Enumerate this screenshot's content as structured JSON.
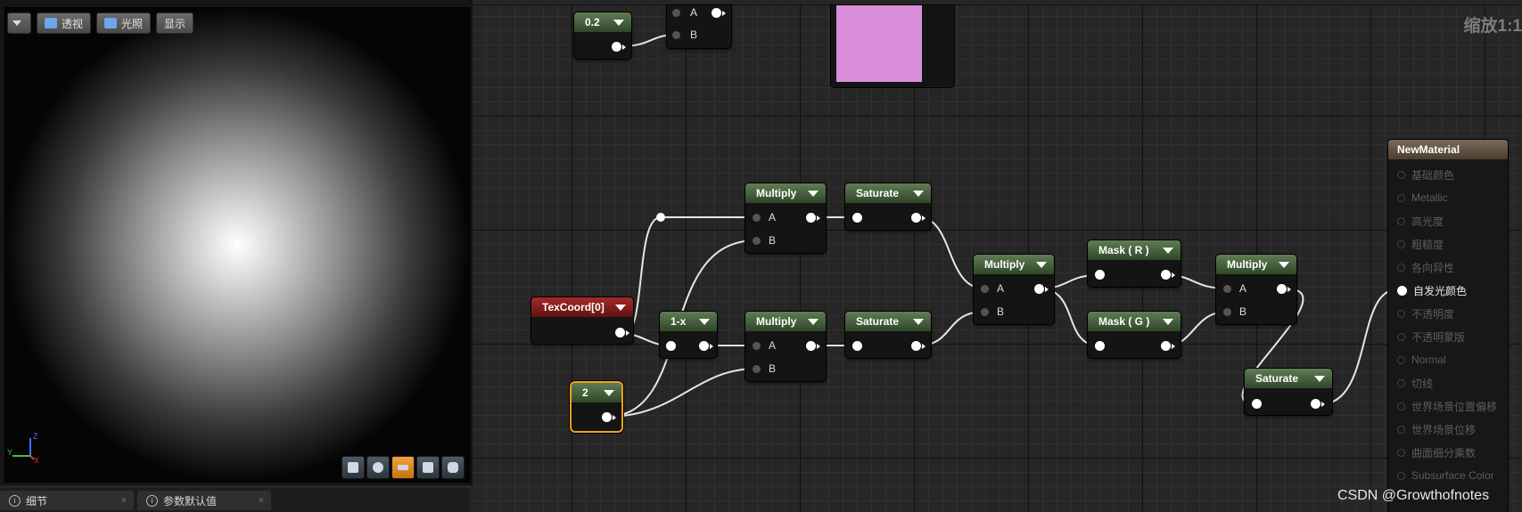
{
  "viewport": {
    "toolbar": {
      "menu_label": "",
      "perspective_label": "透视",
      "lit_label": "光照",
      "show_label": "显示"
    },
    "axis": {
      "x": "X",
      "y": "Y",
      "z": "Z"
    }
  },
  "bottom_tabs": [
    {
      "label": "细节",
      "close": "×"
    },
    {
      "label": "参数默认值",
      "close": "×"
    }
  ],
  "graph": {
    "zoom_label": "缩放1:1",
    "watermark": "CSDN @Growthofnotes",
    "swatch_color": "#d98fd9",
    "nodes": {
      "const_top": {
        "title": "0.2"
      },
      "top_partial": {
        "pin_a": "A",
        "pin_b": "B"
      },
      "texcoord": {
        "title": "TexCoord[0]"
      },
      "const_two": {
        "title": "2"
      },
      "one_minus_x": {
        "title": "1-x"
      },
      "multiply_1": {
        "title": "Multiply",
        "pin_a": "A",
        "pin_b": "B"
      },
      "multiply_2": {
        "title": "Multiply",
        "pin_a": "A",
        "pin_b": "B"
      },
      "saturate_1": {
        "title": "Saturate"
      },
      "saturate_2": {
        "title": "Saturate"
      },
      "multiply_3": {
        "title": "Multiply",
        "pin_a": "A",
        "pin_b": "B"
      },
      "mask_r": {
        "title": "Mask ( R )"
      },
      "mask_g": {
        "title": "Mask ( G )"
      },
      "multiply_4": {
        "title": "Multiply",
        "pin_a": "A",
        "pin_b": "B"
      },
      "saturate_3": {
        "title": "Saturate"
      }
    },
    "result_node": {
      "title": "NewMaterial",
      "inputs": [
        {
          "label": "基础颜色",
          "active": false
        },
        {
          "label": "Metallic",
          "active": false
        },
        {
          "label": "高光度",
          "active": false
        },
        {
          "label": "粗糙度",
          "active": false
        },
        {
          "label": "各向异性",
          "active": false
        },
        {
          "label": "自发光颜色",
          "active": true
        },
        {
          "label": "不透明度",
          "active": false
        },
        {
          "label": "不透明蒙版",
          "active": false
        },
        {
          "label": "Normal",
          "active": false
        },
        {
          "label": "切线",
          "active": false
        },
        {
          "label": "世界场景位置偏移",
          "active": false
        },
        {
          "label": "世界场景位移",
          "active": false
        },
        {
          "label": "曲面细分乘数",
          "active": false
        },
        {
          "label": "Subsurface Color",
          "active": false
        }
      ]
    }
  }
}
